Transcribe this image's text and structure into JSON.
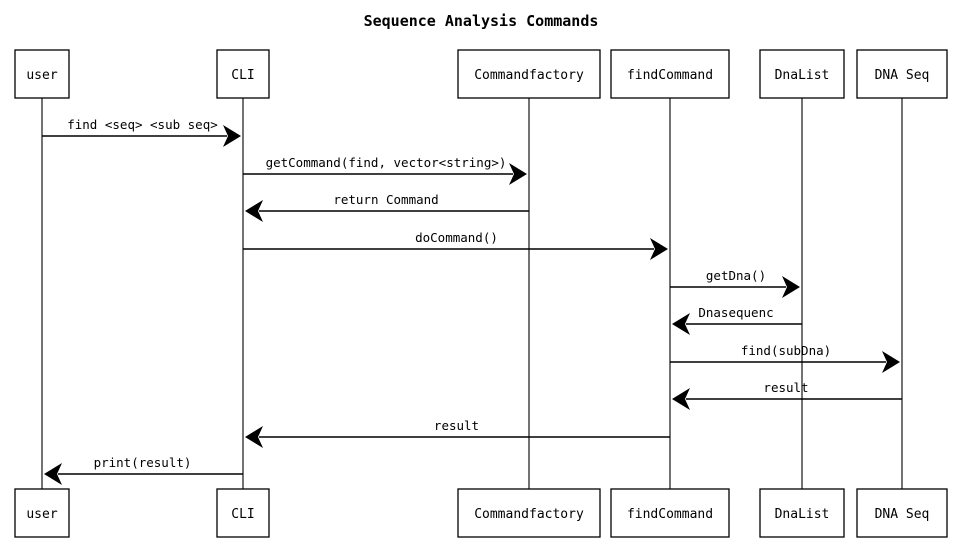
{
  "title": "Sequence Analysis Commands",
  "participants": [
    {
      "id": "user",
      "label": "user"
    },
    {
      "id": "cli",
      "label": "CLI"
    },
    {
      "id": "factory",
      "label": "Commandfactory"
    },
    {
      "id": "find",
      "label": "findCommand"
    },
    {
      "id": "dnalist",
      "label": "DnaList"
    },
    {
      "id": "dnaseq",
      "label": "DNA Seq"
    }
  ],
  "messages": [
    {
      "from": "user",
      "to": "cli",
      "label": "find <seq> <sub seq>"
    },
    {
      "from": "cli",
      "to": "factory",
      "label": "getCommand(find, vector<string>)"
    },
    {
      "from": "factory",
      "to": "cli",
      "label": "return Command"
    },
    {
      "from": "cli",
      "to": "find",
      "label": "doCommand()"
    },
    {
      "from": "find",
      "to": "dnalist",
      "label": "getDna()"
    },
    {
      "from": "dnalist",
      "to": "find",
      "label": "Dnasequenc"
    },
    {
      "from": "find",
      "to": "dnaseq",
      "label": "find(subDna)"
    },
    {
      "from": "dnaseq",
      "to": "find",
      "label": "result"
    },
    {
      "from": "find",
      "to": "cli",
      "label": "result"
    },
    {
      "from": "cli",
      "to": "user",
      "label": "print(result)"
    }
  ]
}
